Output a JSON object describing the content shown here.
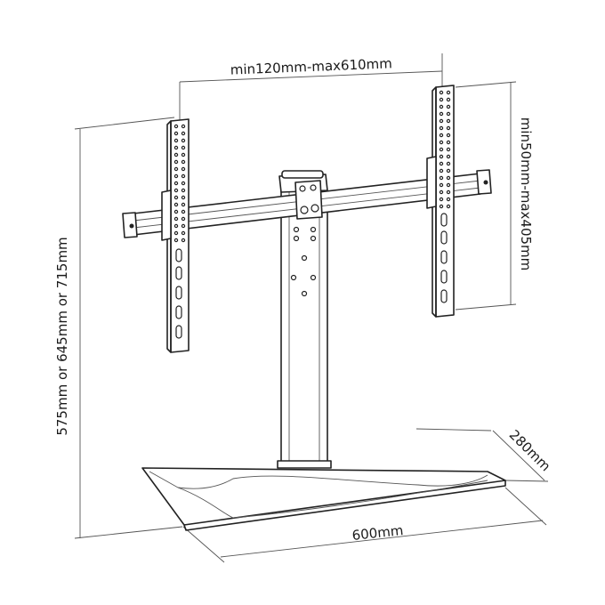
{
  "dimensions": {
    "width_range": "min120mm-max610mm",
    "height_range": "min50mm-max405mm",
    "total_height": "575mm or 645mm or 715mm",
    "base_depth": "280mm",
    "base_width": "600mm"
  },
  "colors": {
    "line": "#222222",
    "background": "#ffffff"
  }
}
